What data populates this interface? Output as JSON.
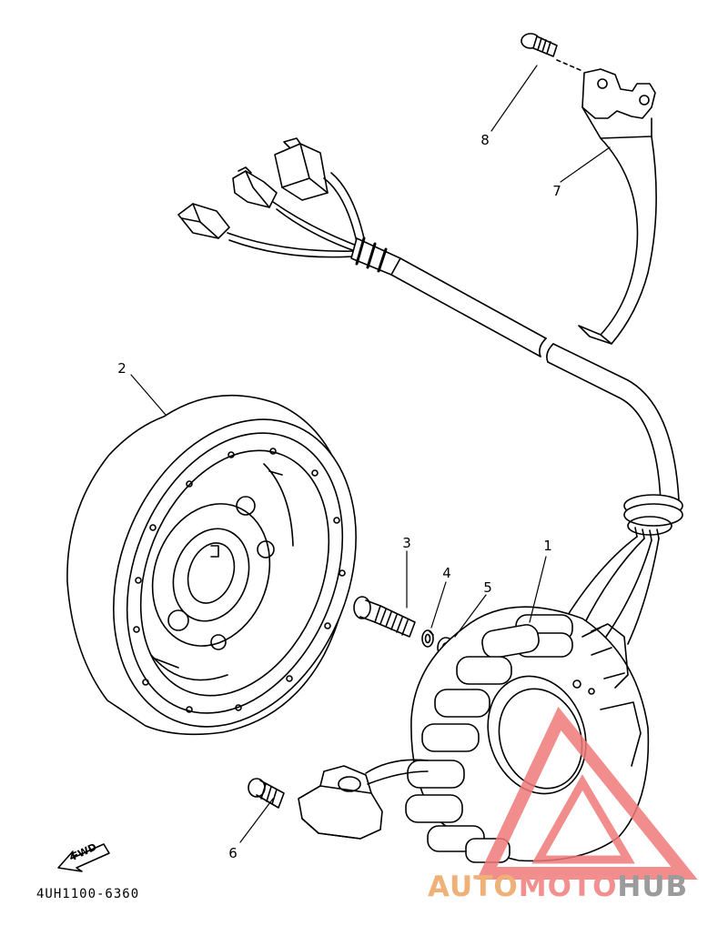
{
  "diagram": {
    "part_code": "4UH1100-6360",
    "fwd_label": "FWD",
    "callouts": [
      {
        "id": "1",
        "label": "1"
      },
      {
        "id": "2",
        "label": "2"
      },
      {
        "id": "3",
        "label": "3"
      },
      {
        "id": "4",
        "label": "4"
      },
      {
        "id": "5",
        "label": "5"
      },
      {
        "id": "6",
        "label": "6"
      },
      {
        "id": "7",
        "label": "7"
      },
      {
        "id": "8",
        "label": "8"
      }
    ]
  },
  "watermark": {
    "part1": "AUTO",
    "part2": "MOTO",
    "part3": "HUB",
    "color_auto": "#f0b178",
    "color_moto": "#f29090",
    "color_hub": "#9b9b9b",
    "triangle_color": "#f07a7a"
  }
}
